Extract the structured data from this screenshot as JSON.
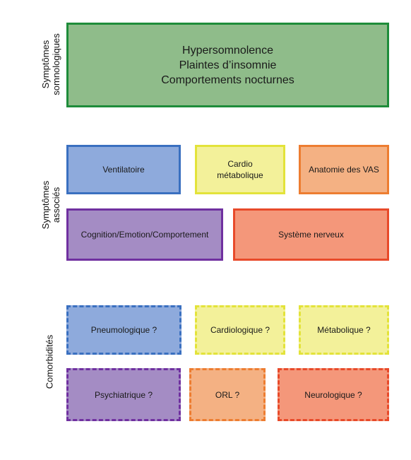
{
  "sections": {
    "somnologiques": [
      "Symptômes",
      "somnologiques"
    ],
    "associes": [
      "Symptômes",
      "associés"
    ],
    "comorbidites": [
      "Comorbidités"
    ]
  },
  "somnolence_box": {
    "lines": [
      "Hypersomnolence",
      "Plaintes d’insomnie",
      "Comportements nocturnes"
    ],
    "fill": "#8fbc8a",
    "border": "#1e8c3a"
  },
  "associated": {
    "ventilatoire": {
      "label": "Ventilatoire",
      "fill": "#8eaadc",
      "border": "#3a70c0"
    },
    "cardio": {
      "lines": [
        "Cardio",
        "métabolique"
      ],
      "fill": "#f3f19a",
      "border": "#e3e33a"
    },
    "anatomie": {
      "label": "Anatomie des VAS",
      "fill": "#f4b183",
      "border": "#ed7d31"
    },
    "cognition": {
      "label": "Cognition/Emotion/Comportement",
      "fill": "#a48cc4",
      "border": "#7030a0"
    },
    "systeme": {
      "label": "Système nerveux",
      "fill": "#f4977a",
      "border": "#e84a2a"
    }
  },
  "comorbidities": {
    "pneumologique": {
      "label": "Pneumologique ?",
      "fill": "#8eaadc",
      "border": "#3a70c0"
    },
    "cardiologique": {
      "label": "Cardiologique ?",
      "fill": "#f3f19a",
      "border": "#e3e33a"
    },
    "metabolique": {
      "label": "Métabolique ?",
      "fill": "#f3f19a",
      "border": "#e3e33a"
    },
    "psychiatrique": {
      "label": "Psychiatrique ?",
      "fill": "#a48cc4",
      "border": "#7030a0"
    },
    "orl": {
      "label": "ORL ?",
      "fill": "#f4b183",
      "border": "#ed7d31"
    },
    "neurologique": {
      "label": "Neurologique ?",
      "fill": "#f4977a",
      "border": "#e84a2a"
    }
  }
}
